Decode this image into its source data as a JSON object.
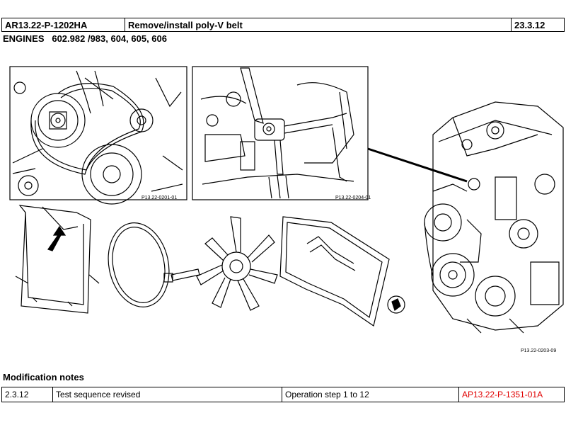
{
  "header": {
    "doc_id": "AR13.22-P-1202HA",
    "title": "Remove/install poly-V belt",
    "date": "23.3.12"
  },
  "engines_line": "ENGINES   602.982 /983, 604, 605, 606",
  "figure": {
    "detail1_label": "P13.22-0201-01",
    "detail2_label": "P13.22-0204-01",
    "main_label": "P13.22-0203-09"
  },
  "modification": {
    "title": "Modification notes",
    "rows": [
      {
        "date": "2.3.12",
        "note": "Test sequence revised",
        "steps": "Operation step 1 to 12",
        "ref": "AP13.22-P-1351-01A"
      }
    ]
  },
  "colors": {
    "link": "#e00000"
  }
}
